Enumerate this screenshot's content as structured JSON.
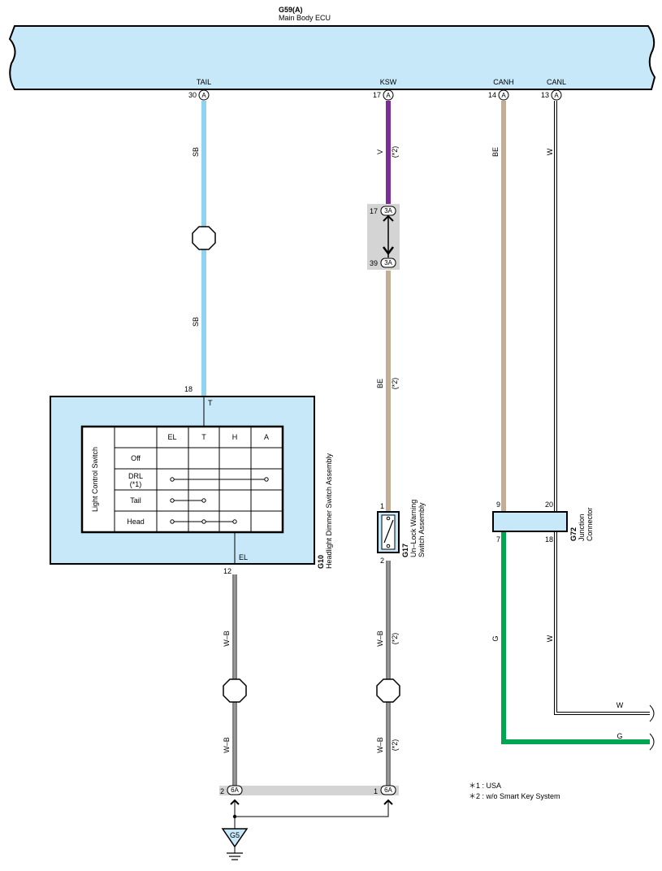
{
  "ecu": {
    "code": "G59(A)",
    "name": "Main Body ECU"
  },
  "ecu_pins": [
    {
      "signal": "TAIL",
      "pin": "30",
      "connector": "A"
    },
    {
      "signal": "KSW",
      "pin": "17",
      "connector": "A"
    },
    {
      "signal": "CANH",
      "pin": "14",
      "connector": "A"
    },
    {
      "signal": "CANL",
      "pin": "13",
      "connector": "A"
    }
  ],
  "colors": {
    "sb": "#8fd3f0",
    "v": "#7b2e98",
    "be": "#c4ad96",
    "g": "#00a651",
    "component_fill": "#c6e8f8",
    "connector_fill": "#d4d4d4"
  },
  "wires": {
    "tail_upper": {
      "code": "SB"
    },
    "tail_lower": {
      "code": "SB"
    },
    "ksw_upper": {
      "code": "V",
      "note": "(*2)"
    },
    "ksw_lower": {
      "code": "BE",
      "note": "(*2)"
    },
    "canh": {
      "code": "BE"
    },
    "canl": {
      "code": "W"
    },
    "el_upper": {
      "code": "W–B"
    },
    "el_lower": {
      "code": "W–B"
    },
    "unlock_upper": {
      "code": "W–B",
      "note": "(*2)"
    },
    "unlock_lower": {
      "code": "W–B",
      "note": "(*2)"
    },
    "g_out": {
      "code": "G"
    },
    "w_out": {
      "code": "W"
    },
    "canh_lower": {
      "code": "G"
    },
    "canl_lower": {
      "code": "W"
    }
  },
  "inline_connector_3a": {
    "label": "3A",
    "pin_top": "17",
    "pin_bottom": "39"
  },
  "headlight_switch": {
    "code": "G10",
    "name": "Headlight Dimmer Switch Assembly",
    "pin_t": "18",
    "terminal_t": "T",
    "pin_el": "12",
    "terminal_el": "EL",
    "table_title": "Light Control Switch",
    "columns": [
      "EL",
      "T",
      "H",
      "A"
    ],
    "rows": [
      {
        "label": "Off",
        "sub": ""
      },
      {
        "label": "DRL",
        "sub": "(*1)"
      },
      {
        "label": "Tail",
        "sub": ""
      },
      {
        "label": "Head",
        "sub": ""
      }
    ]
  },
  "unlock_switch": {
    "code": "G17",
    "name_line1": "Un–Lock Warning",
    "name_line2": "Switch Assembly",
    "pin_top": "1",
    "pin_bottom": "2"
  },
  "junction": {
    "code": "G72",
    "name_line1": "Junction",
    "name_line2": "Connector",
    "pin_tl": "9",
    "pin_tr": "20",
    "pin_bl": "7",
    "pin_br": "18"
  },
  "ground_connector_6a": {
    "label": "6A",
    "pin_left": "2",
    "pin_right": "1"
  },
  "ground": {
    "code": "G5"
  },
  "notes": [
    "＊1 : USA",
    "＊2 : w/o Smart Key System"
  ]
}
